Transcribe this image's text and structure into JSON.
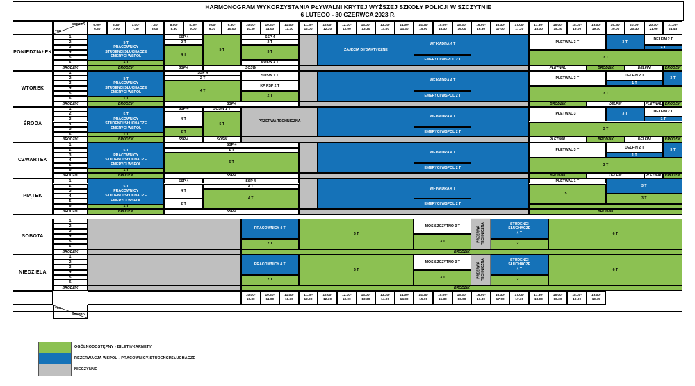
{
  "title": {
    "line1": "HARMONOGRAM WYKORZYSTANIA PŁYWALNI KRYTEJ WYŻSZEJ SZKOŁY POLICJI W SZCZYTNIE",
    "line2": "6 LUTEGO - 30 CZERWCA 2023 R."
  },
  "corner": {
    "hours": "GODZINY",
    "lane": "TOR"
  },
  "colors": {
    "green": "#8cc152",
    "blue": "#1572b8",
    "gray": "#bfbfbf",
    "white": "#ffffff",
    "border": "#000000"
  },
  "time_slots": [
    "6.00-6.30",
    "6.30-7.00",
    "7.00-7.30",
    "7.30-8.00",
    "8.00-8.30",
    "8.30-9.00",
    "9.00-9.30",
    "9.30-10.00",
    "10.00-10.30",
    "10.30-11.00",
    "11.00-11.30",
    "11.30-12.00",
    "12.00-12.30",
    "12.30-13.00",
    "13.00-13.30",
    "13.30-14.00",
    "14.00-14.30",
    "14.30-15.00",
    "15.00-15.30",
    "15.30-16.00",
    "16.00-16.30",
    "16.30-17.00",
    "17.00-17.30",
    "17.30-18.00",
    "18.00-18.30",
    "18.30-19.00",
    "19.00-19.30",
    "19.30-20.00",
    "20.00-20.30",
    "20.30-21.00",
    "21.00-21.45"
  ],
  "footer_time_slots": [
    "10.00-10.30",
    "10.30-11.00",
    "11.00-11.30",
    "11.30-12.00",
    "12.00-12.30",
    "12.30-13.00",
    "13.00-13.30",
    "13.30-14.00",
    "14.00-14.30",
    "14.30-15.00",
    "15.00-15.30",
    "15.30-16.00",
    "16.00-16.30",
    "16.30-17.00",
    "17.00-17.30",
    "17.30-18.00",
    "18.00-18.30",
    "18.30-19.00",
    "19.00-19.45"
  ],
  "lanes": [
    "1",
    "2",
    "3",
    "4",
    "5",
    "6"
  ],
  "brodzik_label": "BRODZIK",
  "weekdays": [
    "PONIEDZIAŁEK",
    "WTOREK",
    "ŚRODA",
    "CZWARTEK",
    "PIĄTEK"
  ],
  "weekend_days": [
    "SOBOTA",
    "NIEDZIELA"
  ],
  "shared_blocks": {
    "reservation": "5 T\nPRACOWNICY\nSTUDENCI/SŁUCHACZE\nEMERYCI WSPOL",
    "reservation_l1": "5 T",
    "reservation_l2": "PRACOWNICY",
    "reservation_l3": "STUDENCI/SŁUCHACZE",
    "reservation_l4": "EMERYCI WSPOL",
    "didactic": "ZAJĘCIA DYDAKTYCZNE",
    "tech_break": "PRZERWA TECHNICZNA",
    "wf_kadra": "WF KADRA 4 T",
    "emeryci": "EMERYCI WSPOL 2 T",
    "pletwal3": "PŁETWAL 3 T",
    "pletwal1": "PŁETWAL 1 T",
    "delfin2": "DELFIN 2 T",
    "ssp4": "SSP 4",
    "sosw": "SOSW",
    "sosw1t": "SOSW 1 T",
    "pletwal": "PŁETWAL",
    "delfin": "DELFIN",
    "kp_psp": "KP PSP 2 T",
    "pracownicy4": "PRACOWNICY 4 T",
    "studenci_sluchacze": "STUDENCI\nSŁUCHACZE",
    "studenci_l1": "STUDENCI",
    "studenci_l2": "SŁUCHACZE",
    "mos": "MOS SZCZYTNO 3 T",
    "t1": "1 T",
    "t2": "2 T",
    "t3": "3 T",
    "t4": "4 T",
    "t5": "5 T",
    "t6": "6 T"
  },
  "legend": [
    {
      "color": "#8cc152",
      "label": "OGÓLNODOSTĘPNY - BILETY/KARNETY"
    },
    {
      "color": "#1572b8",
      "label": "REZERWACJA WSPOL - PRACOWNICY/STUDENCI/SŁUCHACZE"
    },
    {
      "color": "#bfbfbf",
      "label": "NIECZYNNE"
    }
  ]
}
